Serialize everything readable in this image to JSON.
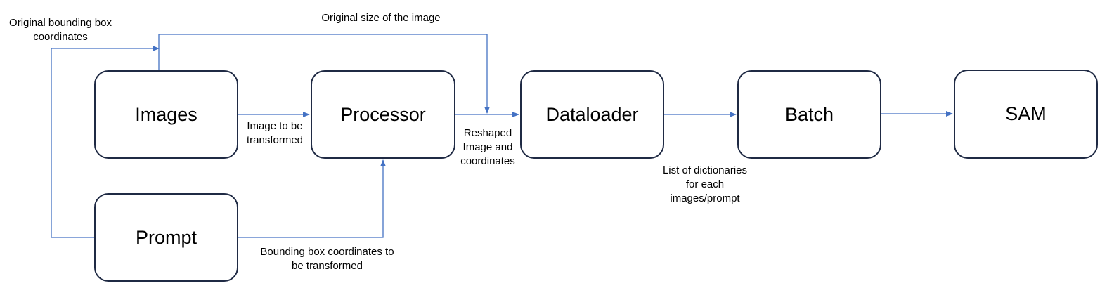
{
  "colors": {
    "connector": "#4472c4",
    "node_border": "#1f2a44"
  },
  "nodes": {
    "images": "Images",
    "prompt": "Prompt",
    "processor": "Processor",
    "dataloader": "Dataloader",
    "batch": "Batch",
    "sam": "SAM"
  },
  "edge_labels": {
    "original_bbox": [
      "Original bounding box",
      "coordinates"
    ],
    "original_size": [
      "Original size of the image"
    ],
    "image_to_transform": [
      "Image to be",
      "transformed"
    ],
    "reshaped": [
      "Reshaped",
      "Image and",
      "coordinates"
    ],
    "bbox_to_transform": [
      "Bounding box coordinates to",
      "be transformed"
    ],
    "list_of_dicts": [
      "List of dictionaries",
      "for each",
      "images/prompt"
    ]
  }
}
